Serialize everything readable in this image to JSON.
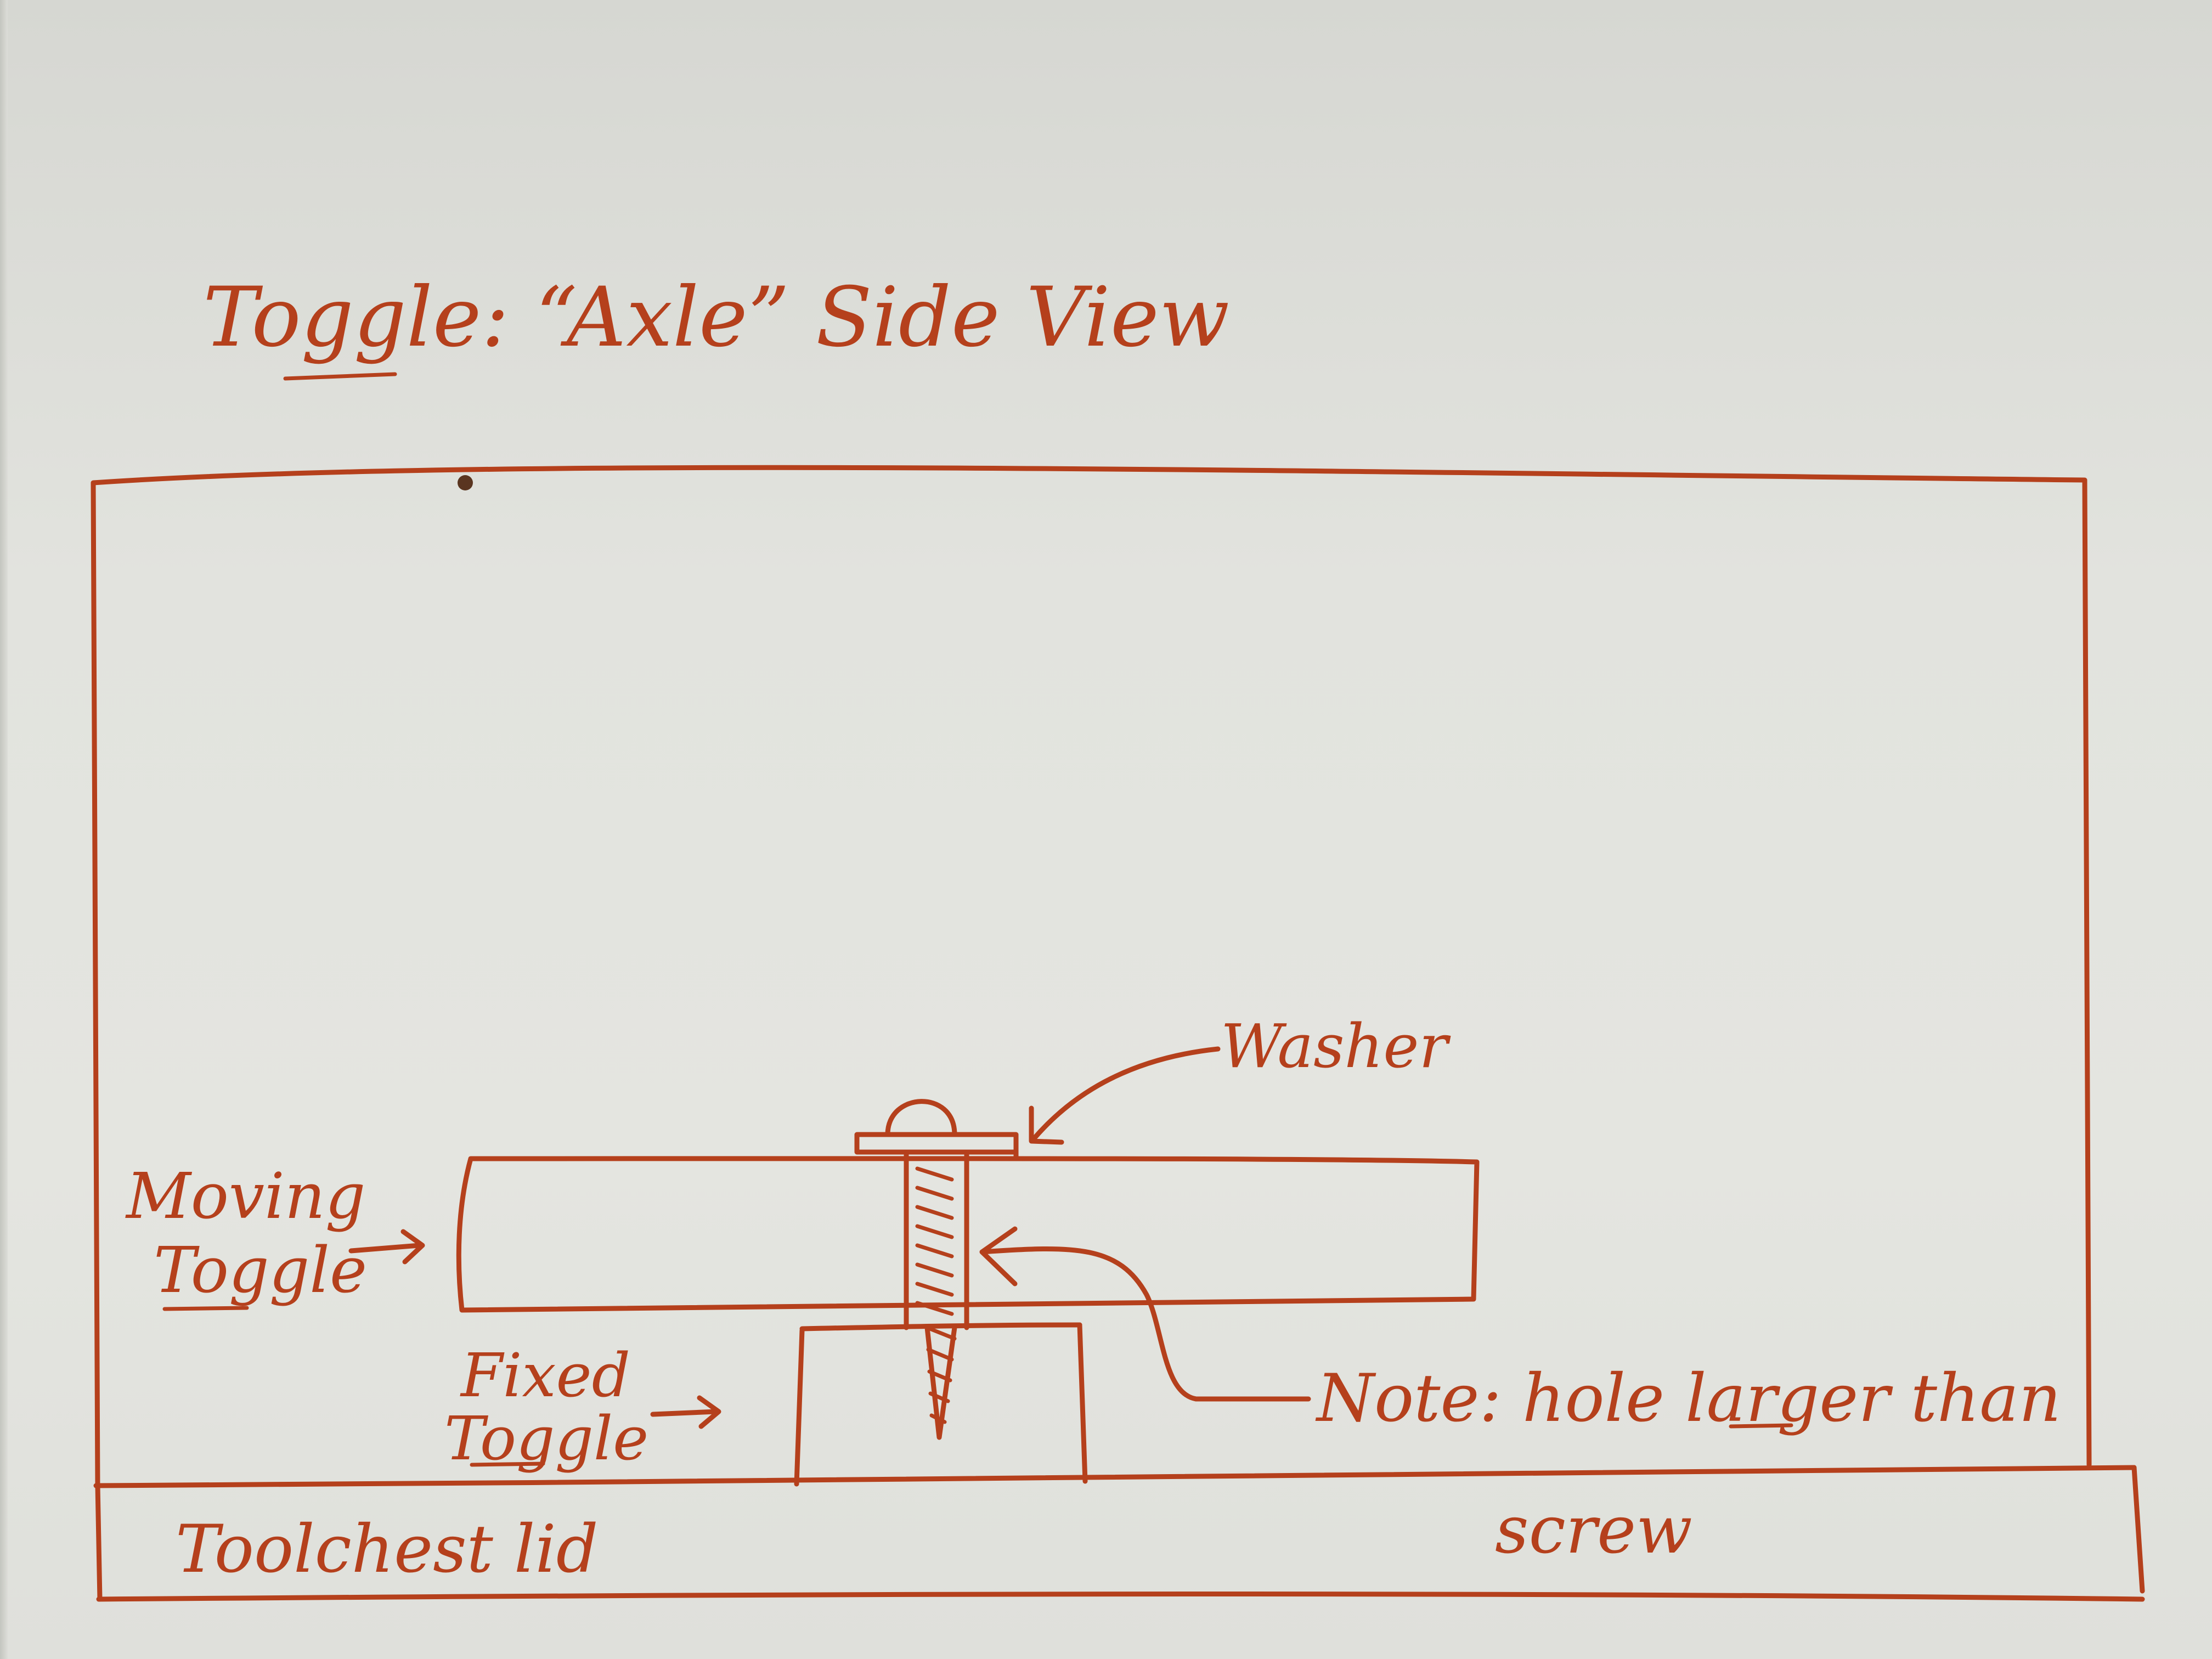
{
  "title": "Toggle: “Axle” Side View",
  "labels": {
    "moving_line1": "Moving",
    "moving_line2": "Toggle",
    "fixed_line1": "Fixed",
    "fixed_line2": "Toggle",
    "washer": "Washer",
    "note_line1": "Note: hole larger than",
    "note_line2": "screw",
    "toolchest_lid": "Toolchest lid"
  },
  "colors": {
    "ink": "#b5401c",
    "paper": "#e2e3de"
  }
}
